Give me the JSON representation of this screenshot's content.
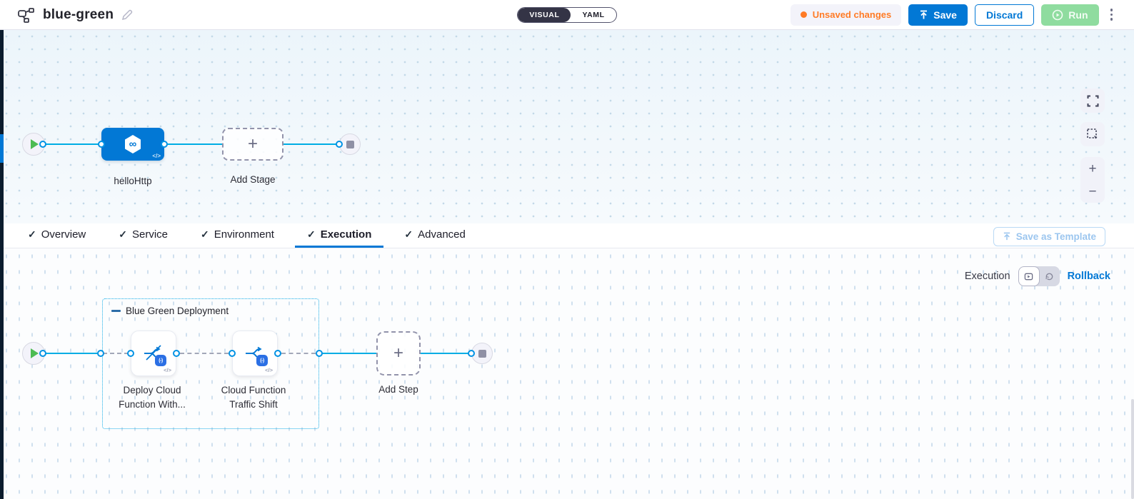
{
  "header": {
    "title": "blue-green",
    "view_toggle": {
      "visual": "VISUAL",
      "yaml": "YAML"
    },
    "unsaved_label": "Unsaved changes",
    "save_label": "Save",
    "discard_label": "Discard",
    "run_label": "Run"
  },
  "stage_canvas": {
    "stage_name": "helloHttp",
    "add_stage_label": "Add Stage"
  },
  "tabs": {
    "items": [
      {
        "label": "Overview",
        "active": false
      },
      {
        "label": "Service",
        "active": false
      },
      {
        "label": "Environment",
        "active": false
      },
      {
        "label": "Execution",
        "active": true
      },
      {
        "label": "Advanced",
        "active": false
      }
    ],
    "check_glyph": "✓",
    "save_as_template_label": "Save as Template"
  },
  "execution_canvas": {
    "mode_label": "Execution",
    "rollback_label": "Rollback",
    "group_label": "Blue Green Deployment",
    "steps": [
      {
        "label": "Deploy Cloud Function With..."
      },
      {
        "label": "Cloud Function Traffic Shift"
      }
    ],
    "add_step_label": "Add Step",
    "step_badge_glyph": "(-)",
    "code_glyph": "</>"
  },
  "glyphs": {
    "plus": "+",
    "zoom_in": "+",
    "zoom_out": "−"
  },
  "icons": [
    "pipeline-icon",
    "edit-pencil-icon",
    "upload-save-icon",
    "play-circle-icon",
    "kebab-menu-icon",
    "fullscreen-icon",
    "marquee-select-icon",
    "infinity-hexagon-icon",
    "traffic-shift-slash-icon",
    "traffic-shift-icon",
    "execution-mode-icon",
    "rollback-mode-icon",
    "template-upload-icon",
    "start-play-icon",
    "end-stop-icon"
  ],
  "colors": {
    "accent_blue": "#0278d5",
    "connector_cyan": "#00ade4",
    "unsaved_orange": "#ff7b26",
    "run_green": "#8fdc9f",
    "toggle_dark": "#343446",
    "canvas_tint": "#f0f7fc"
  }
}
